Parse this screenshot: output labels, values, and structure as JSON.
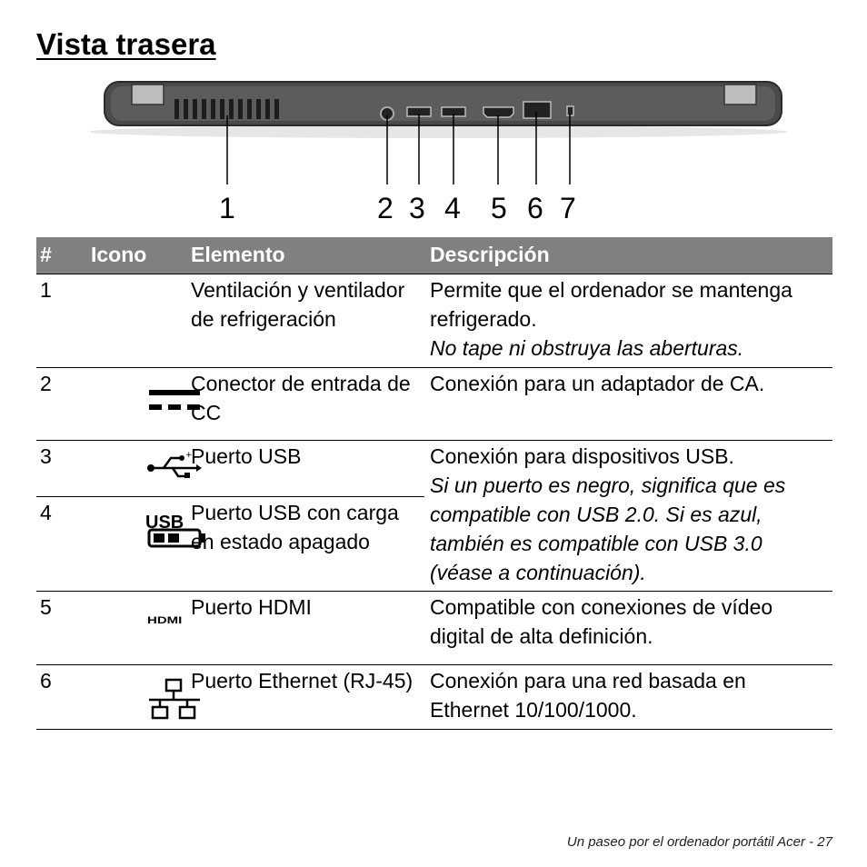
{
  "page": {
    "title": "Vista trasera",
    "footer": "Un paseo por el ordenador portátil Acer -  27"
  },
  "diagram": {
    "callouts": [
      "1",
      "2",
      "3",
      "4",
      "5",
      "6",
      "7"
    ]
  },
  "table": {
    "headers": {
      "num": "#",
      "icon": "Icono",
      "element": "Elemento",
      "description": "Descripción"
    },
    "rows": [
      {
        "num": "1",
        "icon": "",
        "element": "Ventilación y ventilador de refrigeración",
        "description": "Permite que el ordenador se mantenga refrigerado.",
        "note": "No tape ni obstruya las aberturas."
      },
      {
        "num": "2",
        "icon": "dc-in-icon",
        "element": "Conector de entrada de CC",
        "description": "Conexión para un adaptador de CA.",
        "note": ""
      },
      {
        "num": "3",
        "icon": "usb-icon",
        "element": "Puerto USB",
        "description": "Conexión para dispositivos USB.",
        "note": "Si un puerto es negro, significa que es compatible con USB 2.0. Si es azul, también es compatible con USB 3.0 (véase a continuación)."
      },
      {
        "num": "4",
        "icon": "usb-power-off-charging-icon",
        "icon_text": "USB",
        "element": "Puerto USB con carga en estado apagado"
      },
      {
        "num": "5",
        "icon": "hdmi-icon",
        "icon_text": "HDMI",
        "element": "Puerto HDMI",
        "description": "Compatible con conexiones de vídeo digital de alta definición.",
        "note": ""
      },
      {
        "num": "6",
        "icon": "ethernet-icon",
        "element": "Puerto Ethernet (RJ-45)",
        "description": "Conexión para una red basada en Ethernet 10/100/1000.",
        "note": ""
      }
    ]
  }
}
